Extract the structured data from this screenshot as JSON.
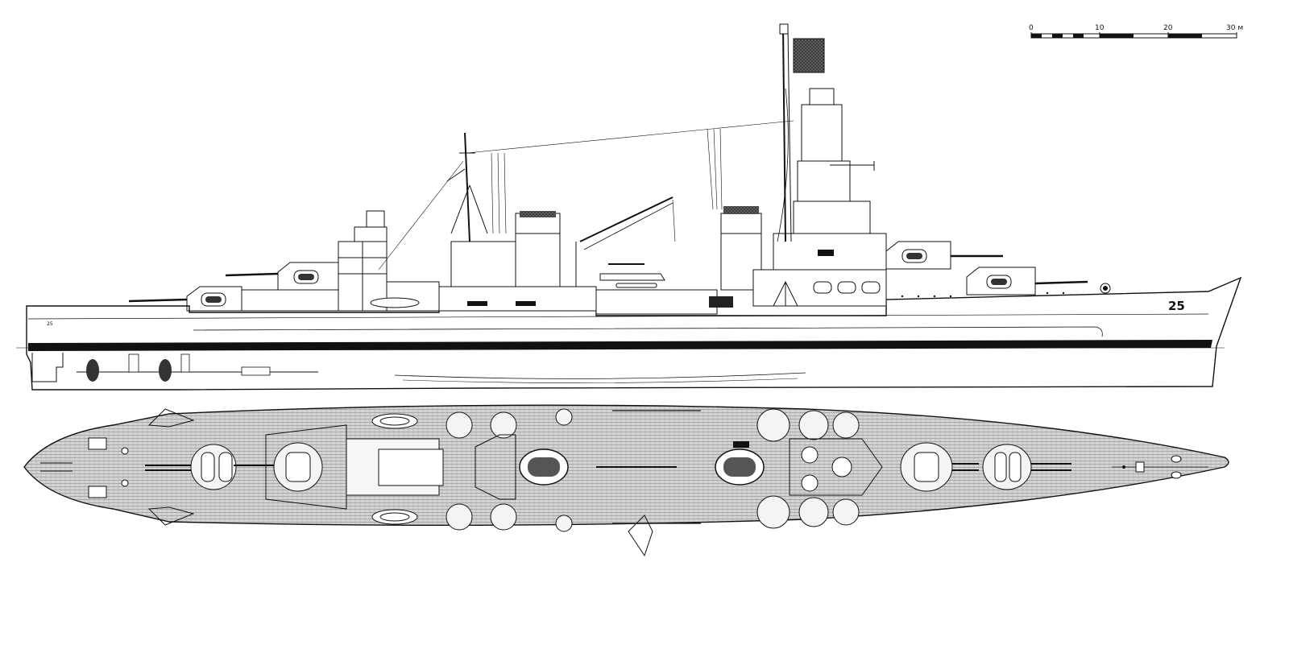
{
  "scale_bar": {
    "ticks": [
      "0",
      "10",
      "20",
      "30 м"
    ]
  },
  "side_view": {
    "hull_number_bow": "25",
    "hull_number_stern": "25"
  }
}
